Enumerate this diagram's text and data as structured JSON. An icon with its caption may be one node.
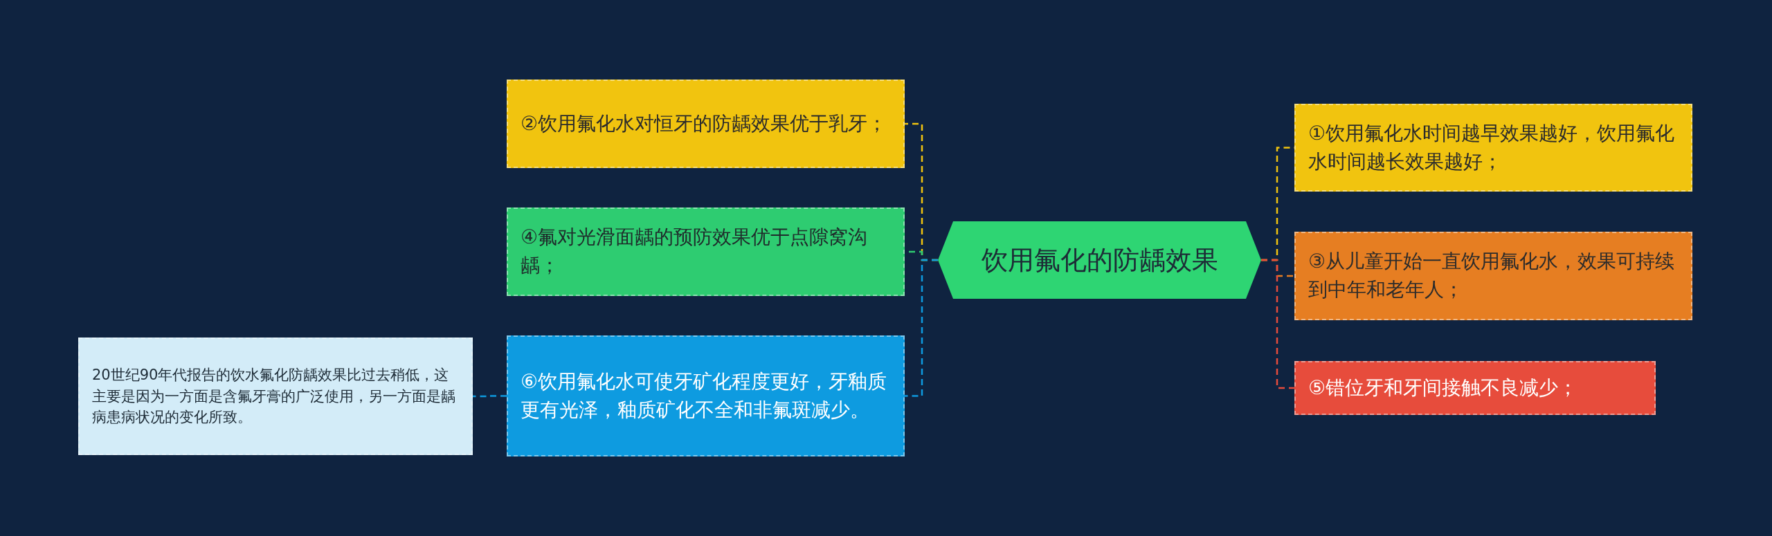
{
  "diagram": {
    "nodes": [
      {
        "text": [
          "饮用氟化的防龋效果"
        ]
      },
      {
        "text": [
          "②饮用氟化水对恒牙的防龋效果优于乳牙；"
        ]
      },
      {
        "text": [
          "④氟对光滑面龋的预防效果优于点隙窝沟龋；"
        ]
      },
      {
        "text": [
          "⑥饮用氟化水可使牙矿化程度更好，牙釉质更有光泽，釉质矿化不全和非氟斑减少。"
        ]
      },
      {
        "text": [
          "20世纪90年代报告的饮水氟化防龋效果比过去稍低，这主要是因为一方面是含氟牙膏的广泛使用，另一方面是龋病患病状况的变化所致。"
        ]
      },
      {
        "text": [
          "①饮用氟化水时间越早效果越好，饮用氟化水时间越长效果越好；"
        ]
      },
      {
        "text": [
          "③从儿童开始一直饮用氟化水，效果可持续到中年和老年人；"
        ]
      },
      {
        "text": [
          "⑤错位牙和牙间接触不良减少；"
        ]
      }
    ],
    "edges": [
      {
        "from": 0,
        "to": 1,
        "arrow": "none",
        "style": "dashed",
        "color": "#f1c40f"
      },
      {
        "from": 0,
        "to": 2,
        "arrow": "none",
        "style": "dashed",
        "color": "#2ecc71"
      },
      {
        "from": 0,
        "to": 3,
        "arrow": "none",
        "style": "dashed",
        "color": "#0e9be0"
      },
      {
        "from": 3,
        "to": 4,
        "arrow": "none",
        "style": "dashed",
        "color": "#0e9be0"
      },
      {
        "from": 0,
        "to": 5,
        "arrow": "none",
        "style": "dashed",
        "color": "#f1c40f"
      },
      {
        "from": 0,
        "to": 6,
        "arrow": "none",
        "style": "dashed",
        "color": "#e67e22"
      },
      {
        "from": 0,
        "to": 7,
        "arrow": "none",
        "style": "dashed",
        "color": "#e74c3c"
      }
    ]
  }
}
